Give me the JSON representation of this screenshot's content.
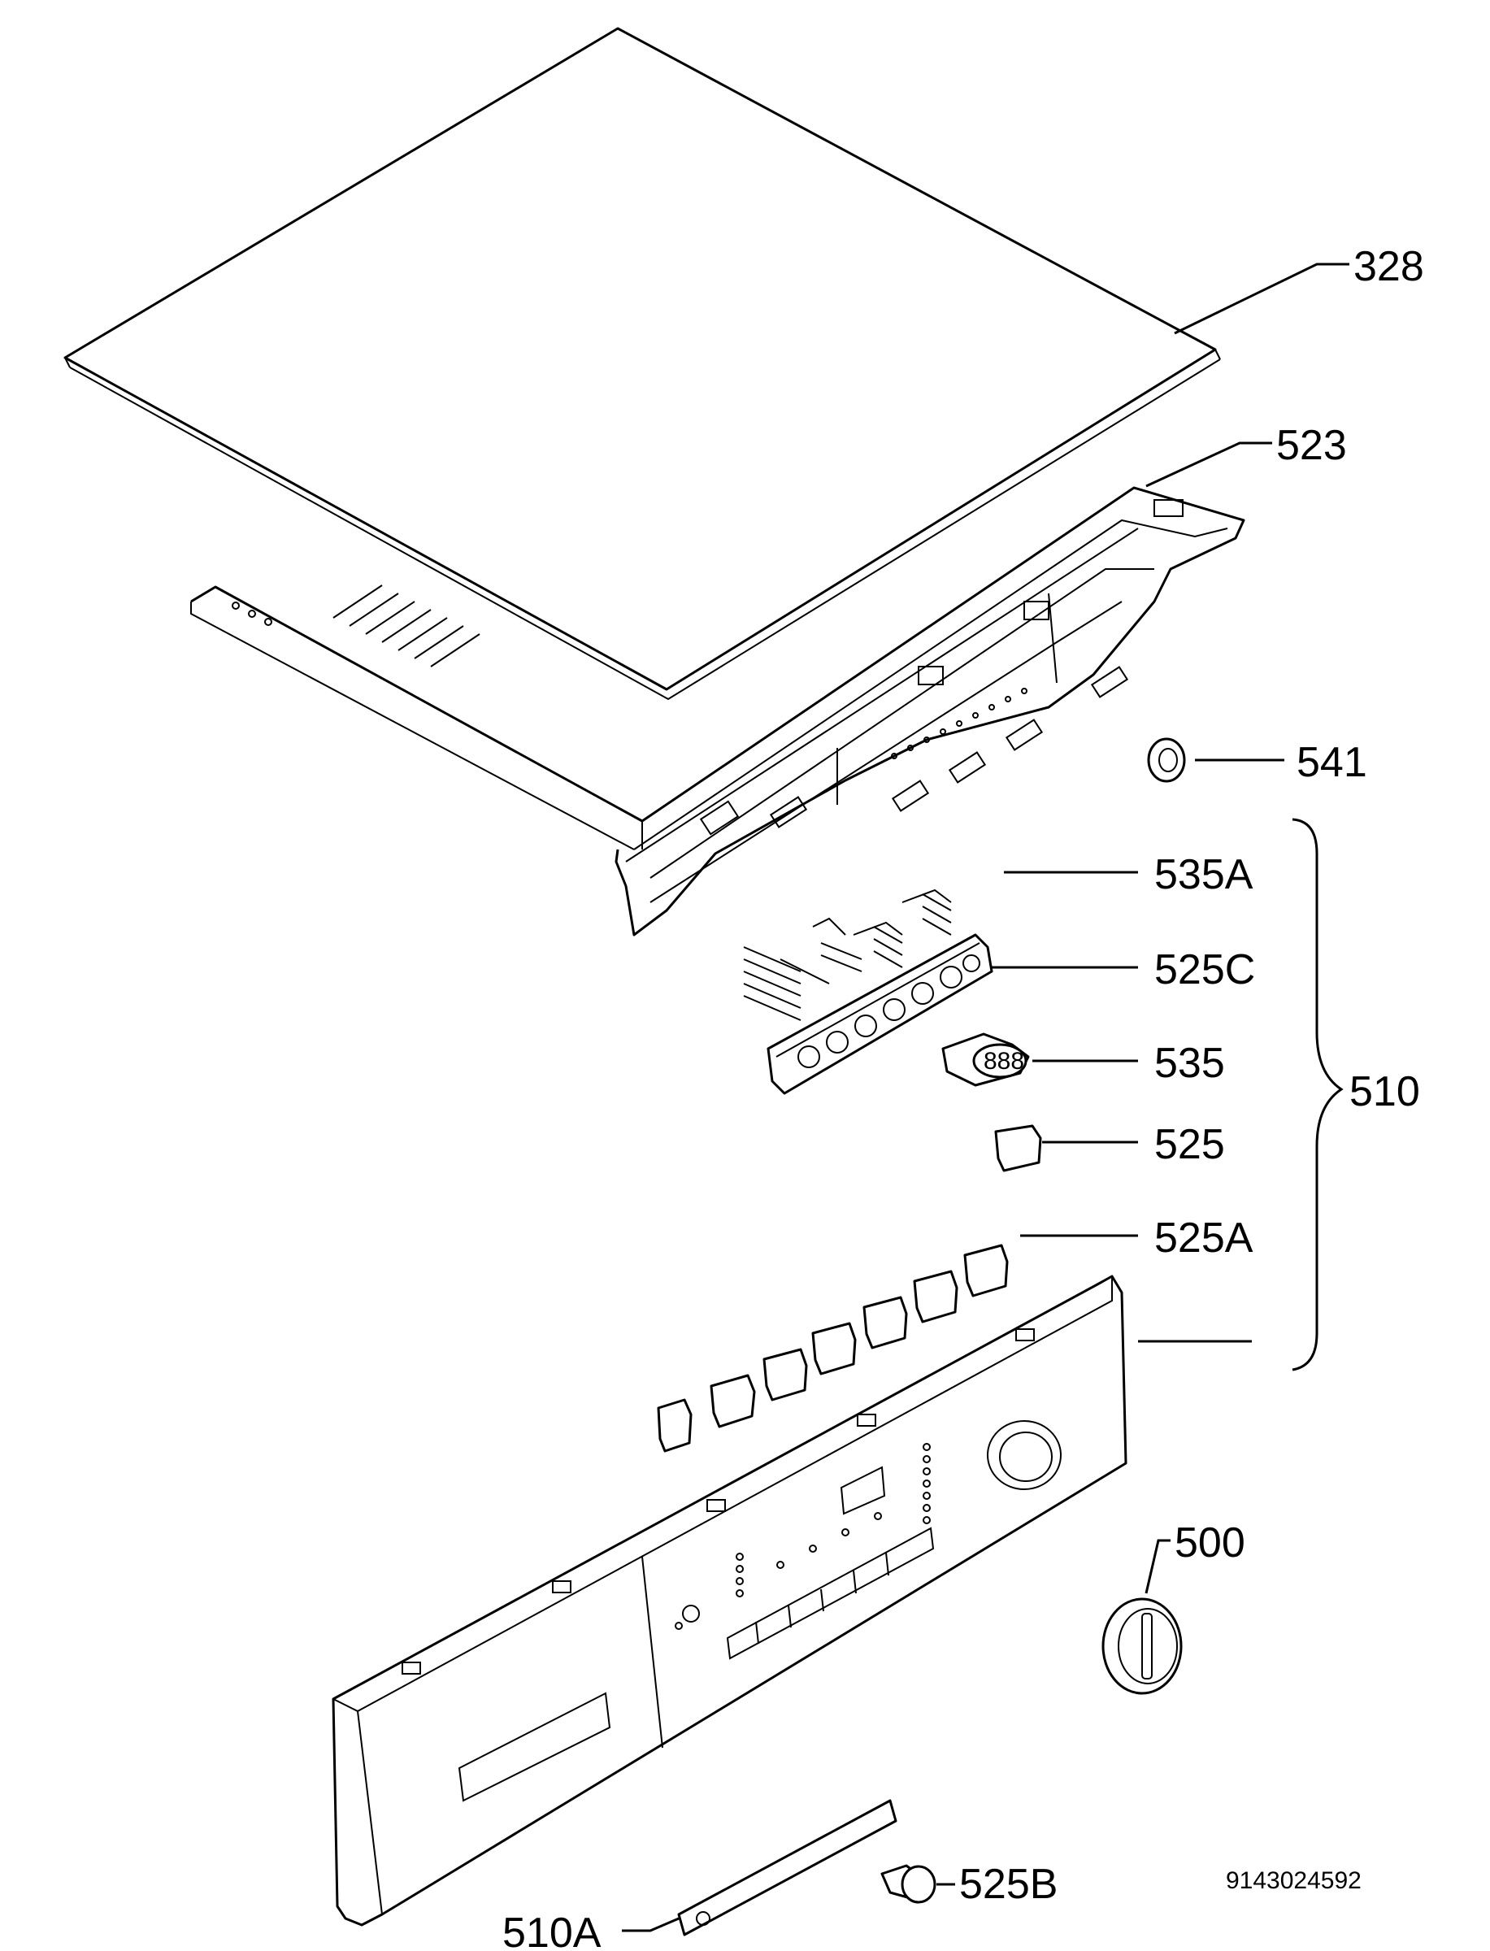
{
  "callouts": {
    "p328": "328",
    "p523": "523",
    "p541": "541",
    "p535A": "535A",
    "p525C": "525C",
    "p535": "535",
    "p525": "525",
    "p525A": "525A",
    "p510": "510",
    "p500": "500",
    "p510A": "510A",
    "p525B": "525B"
  },
  "drawing_number": "9143024592",
  "colors": {
    "line": "#000000",
    "background": "#ffffff"
  }
}
